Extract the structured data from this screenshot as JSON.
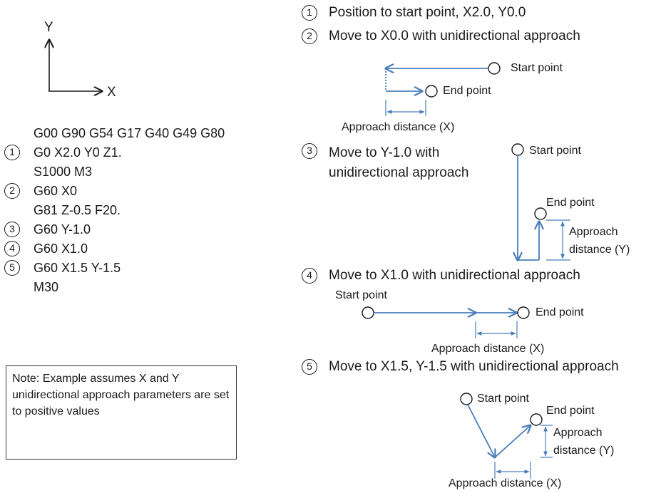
{
  "axes": {
    "x_label": "X",
    "y_label": "Y"
  },
  "program": {
    "lines": [
      {
        "num": "",
        "code": "G00 G90 G54 G17 G40 G49 G80"
      },
      {
        "num": "1",
        "code": "G0 X2.0 Y0 Z1."
      },
      {
        "num": "",
        "code": "S1000 M3"
      },
      {
        "num": "2",
        "code": "G60 X0"
      },
      {
        "num": "",
        "code": "G81 Z-0.5 F20."
      },
      {
        "num": "3",
        "code": "G60 Y-1.0"
      },
      {
        "num": "4",
        "code": "G60 X1.0"
      },
      {
        "num": "5",
        "code": "G60 X1.5 Y-1.5"
      },
      {
        "num": "",
        "code": "M30"
      }
    ]
  },
  "note": "Note: Example assumes X and Y unidirectional approach parameters are set to positive values",
  "steps": [
    {
      "num": "1",
      "text": "Position to start point, X2.0, Y0.0"
    },
    {
      "num": "2",
      "text": "Move to X0.0 with unidirectional approach"
    },
    {
      "num": "3",
      "text": "Move to Y-1.0 with\nunidirectional approach"
    },
    {
      "num": "4",
      "text": "Move to X1.0 with unidirectional approach"
    },
    {
      "num": "5",
      "text": "Move to X1.5, Y-1.5 with unidirectional approach"
    }
  ],
  "labels": {
    "start_point": "Start point",
    "end_point": "End point",
    "approach_x": "Approach distance (X)",
    "approach_y_line1": "Approach",
    "approach_y_line2": "distance (Y)"
  },
  "colors": {
    "path": "#4a7ebb",
    "text": "#1a1a1a"
  }
}
